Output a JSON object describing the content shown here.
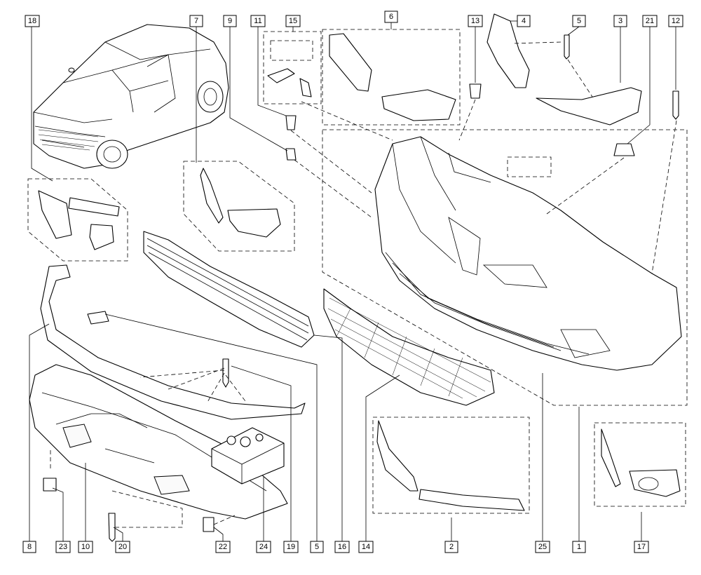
{
  "callouts": [
    {
      "id": "c18",
      "label": "18"
    },
    {
      "id": "c7",
      "label": "7"
    },
    {
      "id": "c9",
      "label": "9"
    },
    {
      "id": "c11",
      "label": "11"
    },
    {
      "id": "c15",
      "label": "15"
    },
    {
      "id": "c6",
      "label": "6"
    },
    {
      "id": "c13",
      "label": "13"
    },
    {
      "id": "c4",
      "label": "4"
    },
    {
      "id": "c5a",
      "label": "5"
    },
    {
      "id": "c3",
      "label": "3"
    },
    {
      "id": "c21",
      "label": "21"
    },
    {
      "id": "c12",
      "label": "12"
    },
    {
      "id": "c8",
      "label": "8"
    },
    {
      "id": "c23",
      "label": "23"
    },
    {
      "id": "c10",
      "label": "10"
    },
    {
      "id": "c20",
      "label": "20"
    },
    {
      "id": "c22",
      "label": "22"
    },
    {
      "id": "c24",
      "label": "24"
    },
    {
      "id": "c19",
      "label": "19"
    },
    {
      "id": "c5b",
      "label": "5"
    },
    {
      "id": "c16",
      "label": "16"
    },
    {
      "id": "c14",
      "label": "14"
    },
    {
      "id": "c2",
      "label": "2"
    },
    {
      "id": "c25",
      "label": "25"
    },
    {
      "id": "c1",
      "label": "1"
    },
    {
      "id": "c17",
      "label": "17"
    }
  ]
}
